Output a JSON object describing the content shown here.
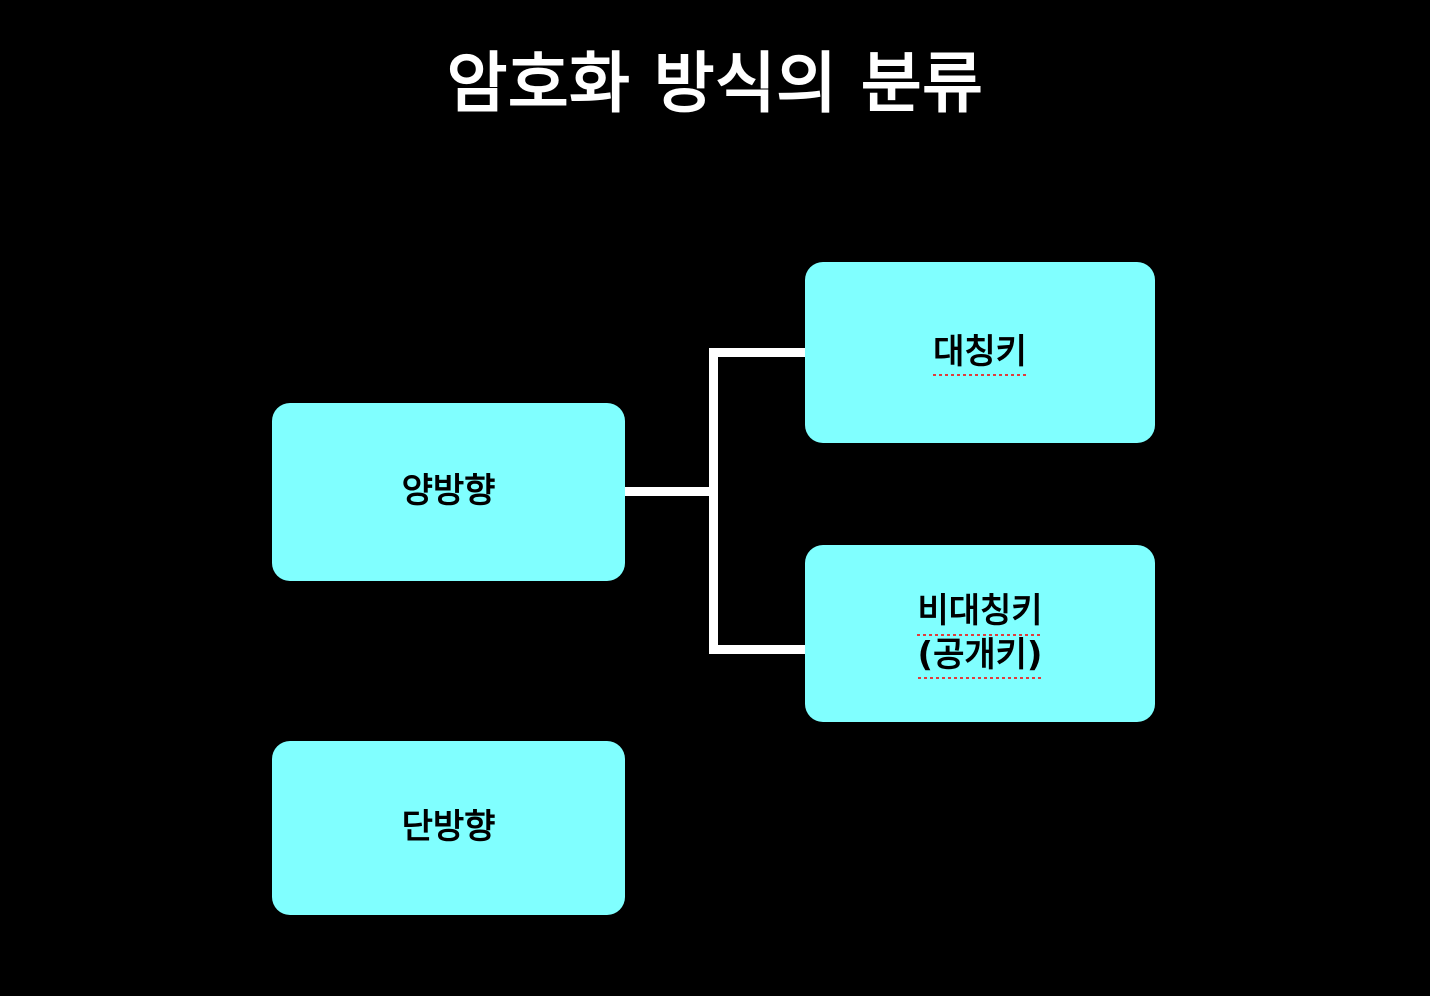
{
  "slide": {
    "title": "암호화 방식의 분류",
    "background_color": "#000000",
    "title_color": "#ffffff",
    "node_fill_color": "#80FFFF",
    "node_text_color": "#000000",
    "connector_color": "#ffffff",
    "misspelling_underline_color": "#e23b3b"
  },
  "nodes": {
    "bidirectional": {
      "label": "양방향",
      "misspelled": false
    },
    "unidirectional": {
      "label": "단방향",
      "misspelled": false
    },
    "symmetric": {
      "label": "대칭키",
      "misspelled": true
    },
    "asymmetric": {
      "line1": "비대칭키",
      "line2": "(공개키)",
      "misspelled": true
    }
  },
  "connector": {
    "kind": "bracket",
    "from": "bidirectional",
    "to": [
      "symmetric",
      "asymmetric"
    ]
  }
}
